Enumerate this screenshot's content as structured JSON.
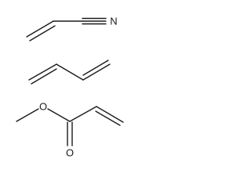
{
  "molecules": {
    "acrylonitrile": {
      "nitrogen_label": "N"
    },
    "butadiene": {},
    "methyl_acrylate": {
      "ester_oxygen_label": "O",
      "carbonyl_oxygen_label": "O"
    }
  },
  "colors": {
    "bond": "#1a1a1a",
    "background": "#ffffff"
  }
}
